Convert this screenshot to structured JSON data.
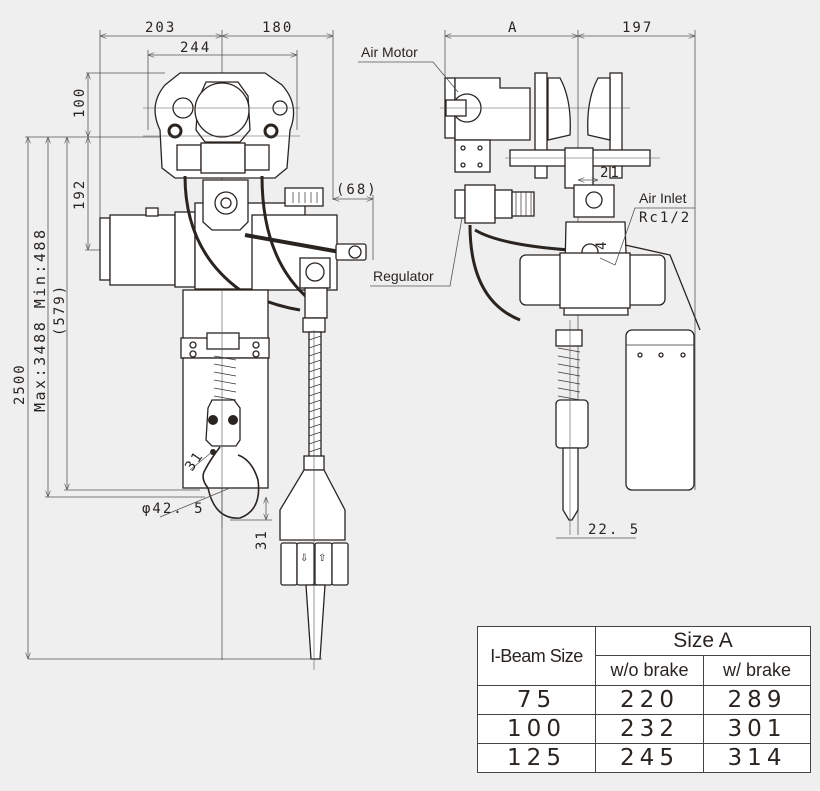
{
  "title": "Air Hoist with Trolley – Dimensional Drawing",
  "colors": {
    "background": "#efefef",
    "line": "#2a2420",
    "table_bg": "#ffffff"
  },
  "front_view": {
    "dimensions": {
      "top_left_width": "203",
      "top_right_width": "180",
      "trolley_width": "244",
      "top_height": "100",
      "motor_drop": "192",
      "regulator_offset": "(68)",
      "lift_range": "2500",
      "max_min_height": "Max:3488  Min:488",
      "headroom": "(579)",
      "hook_throat": "31",
      "hook_diameter": "φ42. 5",
      "hook_bottom": "31"
    },
    "pendant_arrows": [
      "down",
      "up"
    ]
  },
  "side_view": {
    "dimensions": {
      "size_a": "A",
      "right_width": "197",
      "inlet_offset": "21",
      "inlet_height": "4",
      "hook_width": "22. 5"
    },
    "callouts": {
      "air_motor": "Air Motor",
      "regulator": "Regulator",
      "air_inlet": "Air Inlet",
      "air_inlet_thread": "Rc1/2"
    }
  },
  "size_table": {
    "row_header": "I-Beam Size",
    "group_header": "Size A",
    "col_headers": [
      "w/o brake",
      "w/ brake"
    ],
    "rows": [
      {
        "beam": "75",
        "without_brake": "220",
        "with_brake": "289"
      },
      {
        "beam": "100",
        "without_brake": "232",
        "with_brake": "301"
      },
      {
        "beam": "125",
        "without_brake": "245",
        "with_brake": "314"
      }
    ]
  }
}
